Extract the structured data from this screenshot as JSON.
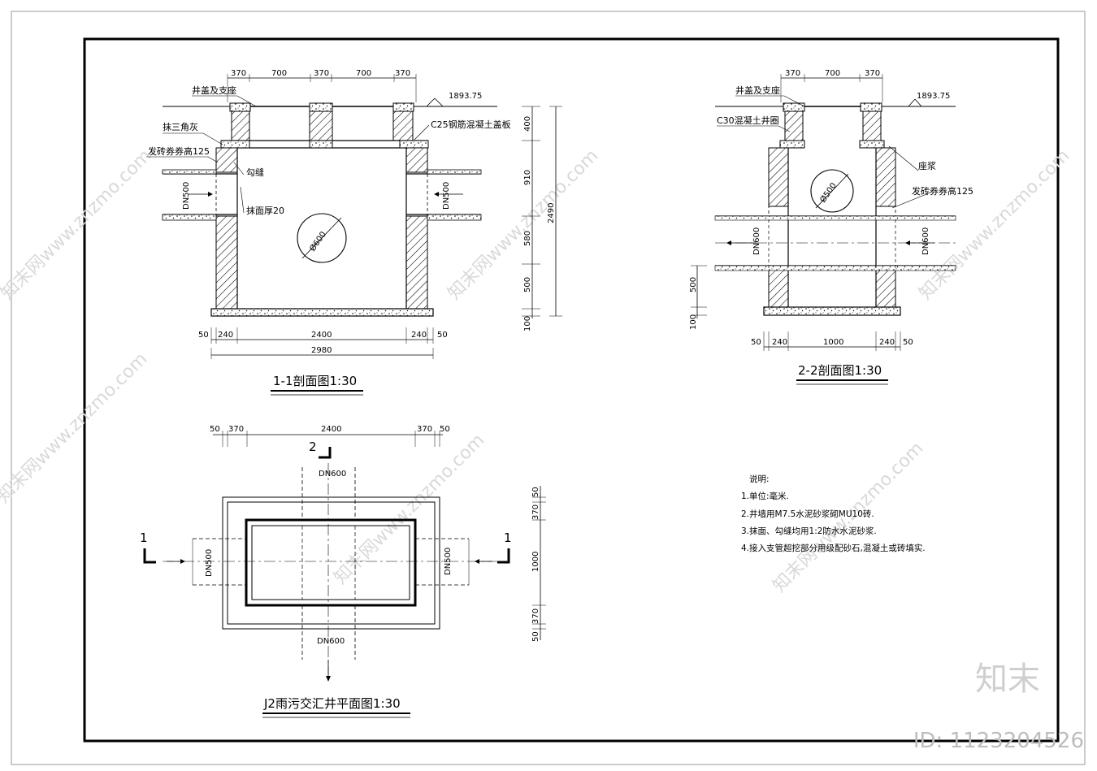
{
  "section_1": {
    "title": "1-1剖面图1:30",
    "top_dims": [
      "370",
      "700",
      "370",
      "700",
      "370"
    ],
    "elevation": "1893.75",
    "labels": {
      "cover": "井盖及支座",
      "triangle": "抹三角灰",
      "arch": "发砖券券高125",
      "joint": "勾缝",
      "plaster": "抹面厚20",
      "slab": "C25钢筋混凝土盖板",
      "pipe_left": "DN500",
      "pipe_right": "DN500",
      "circle": "Ø600"
    },
    "right_dims": [
      "400",
      "910",
      "580",
      "500",
      "100"
    ],
    "total_height": "2490",
    "bottom_dims": [
      "50",
      "240",
      "2400",
      "240",
      "50"
    ],
    "total_width": "2980"
  },
  "section_2": {
    "title": "2-2剖面图1:30",
    "top_dims": [
      "370",
      "700",
      "370"
    ],
    "elevation": "1893.75",
    "labels": {
      "cover": "井盖及支座",
      "ring": "C30混凝土井圈",
      "mortar": "座浆",
      "arch": "发砖券券高125",
      "pipe_left": "DN600",
      "pipe_right": "DN600",
      "circle": "Ø500"
    },
    "left_dims": [
      "500",
      "100"
    ],
    "bottom_dims": [
      "50",
      "240",
      "1000",
      "240",
      "50"
    ]
  },
  "plan": {
    "title": "J2雨污交汇井平面图1:30",
    "top_dims": [
      "50",
      "370",
      "2400",
      "370",
      "50"
    ],
    "right_dims": [
      "50",
      "370",
      "1000",
      "370",
      "50"
    ],
    "pipe_top": "DN600",
    "pipe_bottom": "DN600",
    "pipe_left": "DN500",
    "pipe_right": "DN500",
    "cut_1_left": "1",
    "cut_1_right": "1",
    "cut_2": "2"
  },
  "notes": {
    "heading": "说明:",
    "items": [
      "1.单位:毫米.",
      "2.井墙用M7.5水泥砂浆砌MU10砖.",
      "3.抹面、勾缝均用1:2防水水泥砂浆.",
      "4.接入支管超挖部分用级配砂石,混凝土或砖填实."
    ]
  },
  "watermark": {
    "text": "知末网www.znzmo.com",
    "brand": "知末",
    "id": "ID: 1123204526"
  }
}
